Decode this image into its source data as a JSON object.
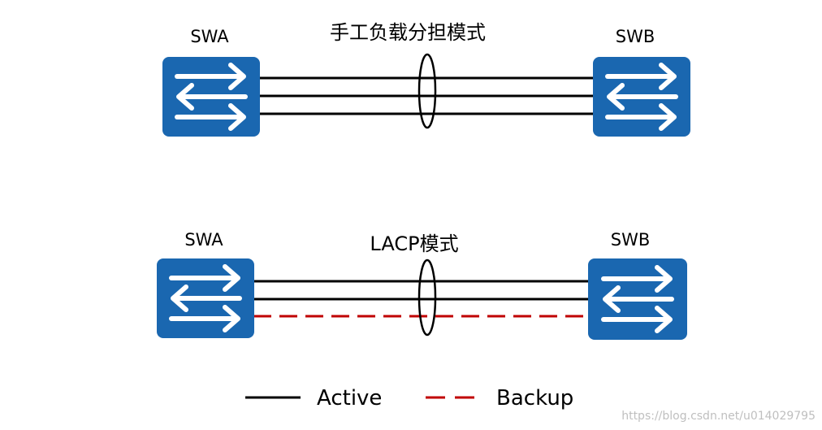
{
  "diagram": {
    "top": {
      "title": "手工负载分担模式",
      "left_switch": "SWA",
      "right_switch": "SWB"
    },
    "bottom": {
      "title": "LACP模式",
      "left_switch": "SWA",
      "right_switch": "SWB"
    },
    "legend": {
      "active": "Active",
      "backup": "Backup"
    }
  },
  "colors": {
    "switch_fill": "#1a67b0",
    "active_line": "#000000",
    "backup_line": "#c00000"
  },
  "icons": [
    "switch-icon"
  ],
  "watermark": "https://blog.csdn.net/u014029795"
}
